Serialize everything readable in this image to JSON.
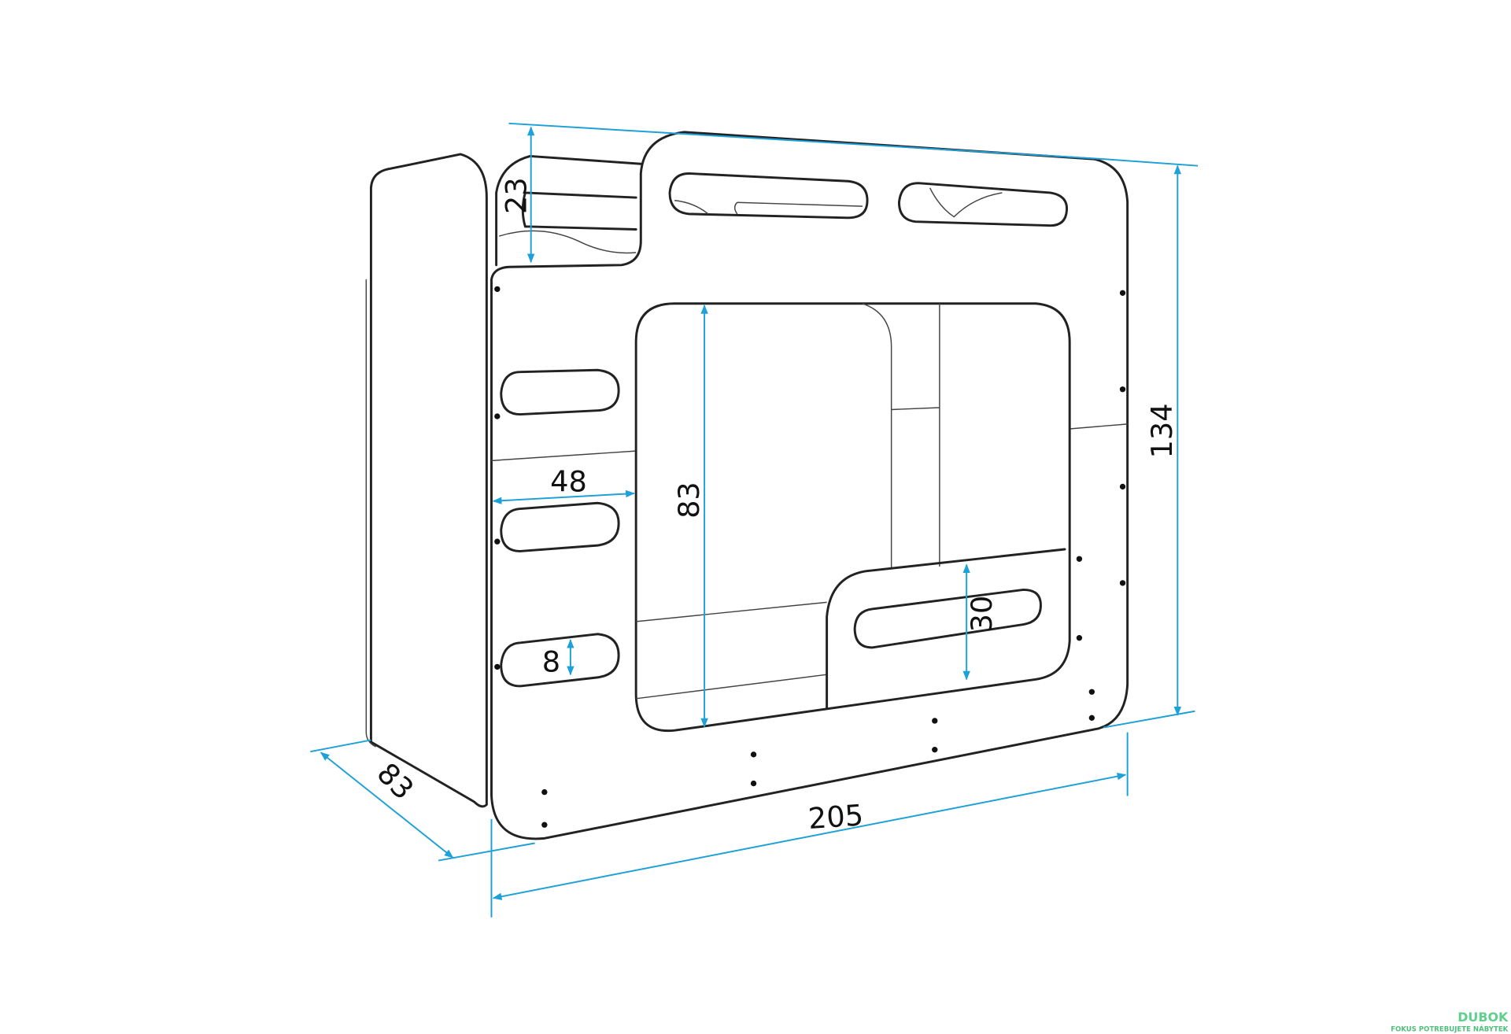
{
  "dimensions": {
    "top_rail_height": "23",
    "total_height": "134",
    "opening_height": "83",
    "ladder_width": "48",
    "guard_height": "30",
    "slot_height": "8",
    "length": "205",
    "depth": "83"
  },
  "colors": {
    "dimension_line": "#1ea0d8",
    "outline": "#222222",
    "watermark": "#7fe0a6"
  },
  "watermark": {
    "brand": "DUBOK",
    "tagline": "FOKUS POTREBUJETE NÁBYTEK"
  }
}
